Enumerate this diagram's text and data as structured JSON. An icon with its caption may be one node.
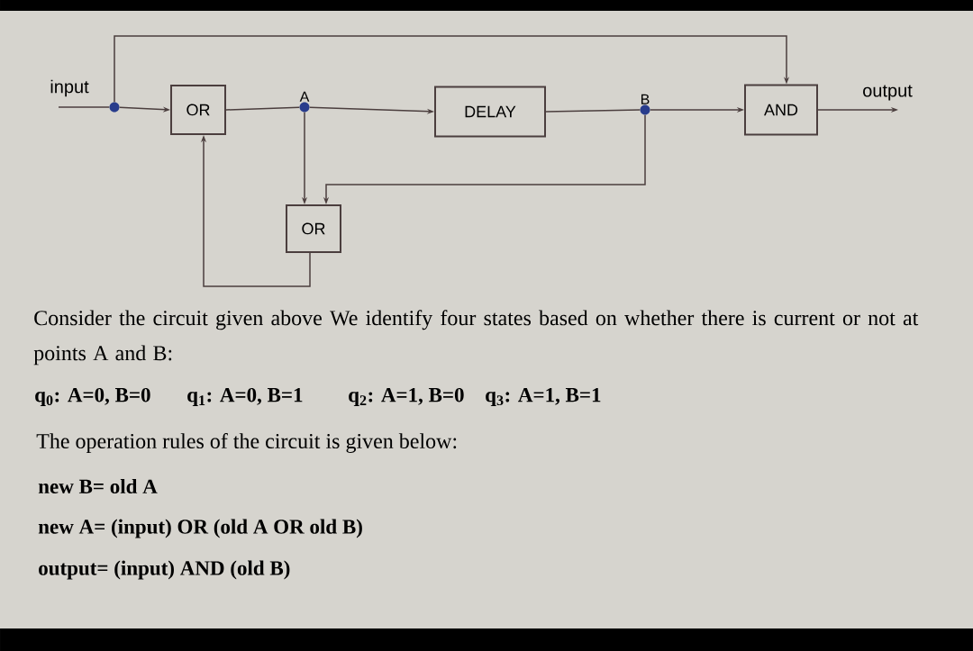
{
  "diagram": {
    "nodes": [
      {
        "text": [],
        "shape": "circle"
      },
      {
        "text": [
          "OR"
        ]
      },
      {
        "text": [],
        "shape": "circle",
        "beside": [
          "A"
        ]
      },
      {
        "text": [
          "DELAY"
        ]
      },
      {
        "text": [],
        "shape": "circle",
        "beside": [
          "B"
        ]
      },
      {
        "text": [
          "AND"
        ]
      },
      {
        "text": [
          "OR"
        ]
      }
    ],
    "edges": [
      {
        "from": null,
        "to": 0,
        "arrow": "none",
        "label": "input"
      },
      {
        "from": 0,
        "to": 1,
        "arrow": "to"
      },
      {
        "from": 0,
        "to": 5,
        "arrow": "to"
      },
      {
        "from": 1,
        "to": 2,
        "arrow": "none"
      },
      {
        "from": 2,
        "to": 3,
        "arrow": "to"
      },
      {
        "from": 2,
        "to": 6,
        "arrow": "to"
      },
      {
        "from": 3,
        "to": 4,
        "arrow": "none"
      },
      {
        "from": 4,
        "to": 5,
        "arrow": "to"
      },
      {
        "from": 4,
        "to": 6,
        "arrow": "to"
      },
      {
        "from": 6,
        "to": 1,
        "arrow": "to"
      },
      {
        "from": 5,
        "to": null,
        "arrow": "to",
        "label": "output"
      }
    ],
    "labels": [
      "Consider the circuit given above We identify four states based on whether there is current or not at points A and B:",
      "q$_{0}$: A=0, B=0",
      "q$_{1}$: A=0, B=1",
      "q$_{2}$: A=1, B=0",
      "q$_{3}$: A=1, B=1",
      "The operation rules of the circuit is given below:",
      "new B= old  A",
      "new A= (input) OR (old A OR old B)",
      "output= (input) AND (old B)"
    ]
  }
}
